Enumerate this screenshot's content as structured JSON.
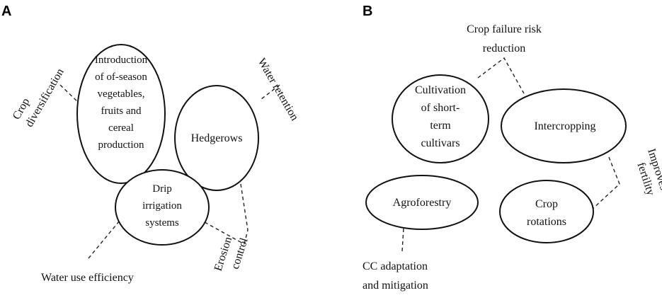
{
  "panels": {
    "a": {
      "letter": "A",
      "nodes": {
        "intro": [
          "Introduction",
          "of of-season",
          "vegetables,",
          "fruits and",
          "cereal",
          "production"
        ],
        "hedgerows": [
          "Hedgerows"
        ],
        "drip": [
          "Drip",
          "irrigation",
          "systems"
        ]
      },
      "labels": {
        "crop_div": [
          "Crop",
          "diversification"
        ],
        "water_ret": [
          "Water retention"
        ],
        "water_use": [
          "Water use efficiency"
        ],
        "erosion": [
          "Erosion",
          "control"
        ]
      }
    },
    "b": {
      "letter": "B",
      "nodes": {
        "cultivation": [
          "Cultivation",
          "of short-",
          "term",
          "cultivars"
        ],
        "intercropping": [
          "Intercropping"
        ],
        "agroforestry": [
          "Agroforestry"
        ],
        "rotations": [
          "Crop",
          "rotations"
        ]
      },
      "labels": {
        "crop_fail": [
          "Crop failure risk",
          "reduction"
        ],
        "soil": [
          "Improves soil",
          "fertility"
        ],
        "cc": [
          "CC adaptation",
          "and mitigation"
        ]
      }
    }
  }
}
